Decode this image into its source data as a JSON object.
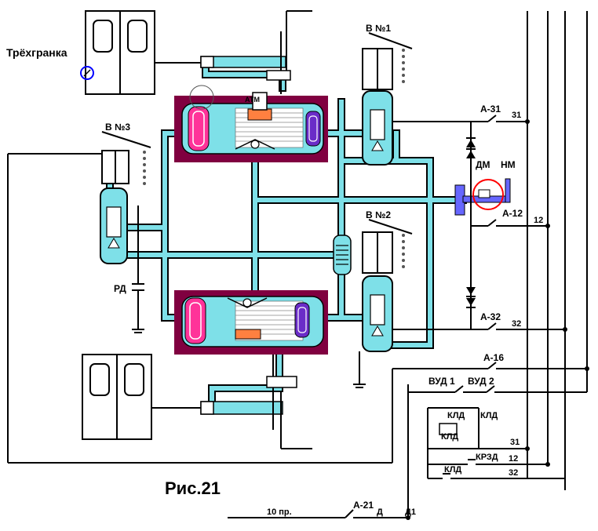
{
  "labels": {
    "title_left": "Трёхгранка",
    "caption": "Рис.21",
    "atm": "АТМ",
    "valve1": "В №1",
    "valve2": "В №2",
    "valve3": "В №3",
    "rd": "РД",
    "dm": "ДМ",
    "nm": "НМ",
    "a31": "А-31",
    "a12": "А-12",
    "a32": "А-32",
    "a16": "А-16",
    "a21": "А-21",
    "vud1": "ВУД 1",
    "vud2": "ВУД 2",
    "kld_a": "КЛД",
    "kld_b": "КЛД",
    "kld_c": "КЛД",
    "kld_d": "КЛД",
    "krzd": "КРЗД",
    "wire_31a": "31",
    "wire_12a": "12",
    "wire_32a": "32",
    "wire_31b": "31",
    "wire_12b": "12",
    "wire_32b": "32",
    "wire_10": "10 пр.",
    "d": "Д",
    "d1": "Д1"
  },
  "colors": {
    "pipe_fill": "#7ee0e8",
    "cylinder_body": "#800040",
    "piston_left": "#ff3399",
    "piston_right": "#6a2cc8",
    "orange_part": "#ff8040",
    "pressure_gauge_bar": "#6666ff",
    "highlight_circle": "#ff0000",
    "marker_circle": "#0000ff"
  }
}
